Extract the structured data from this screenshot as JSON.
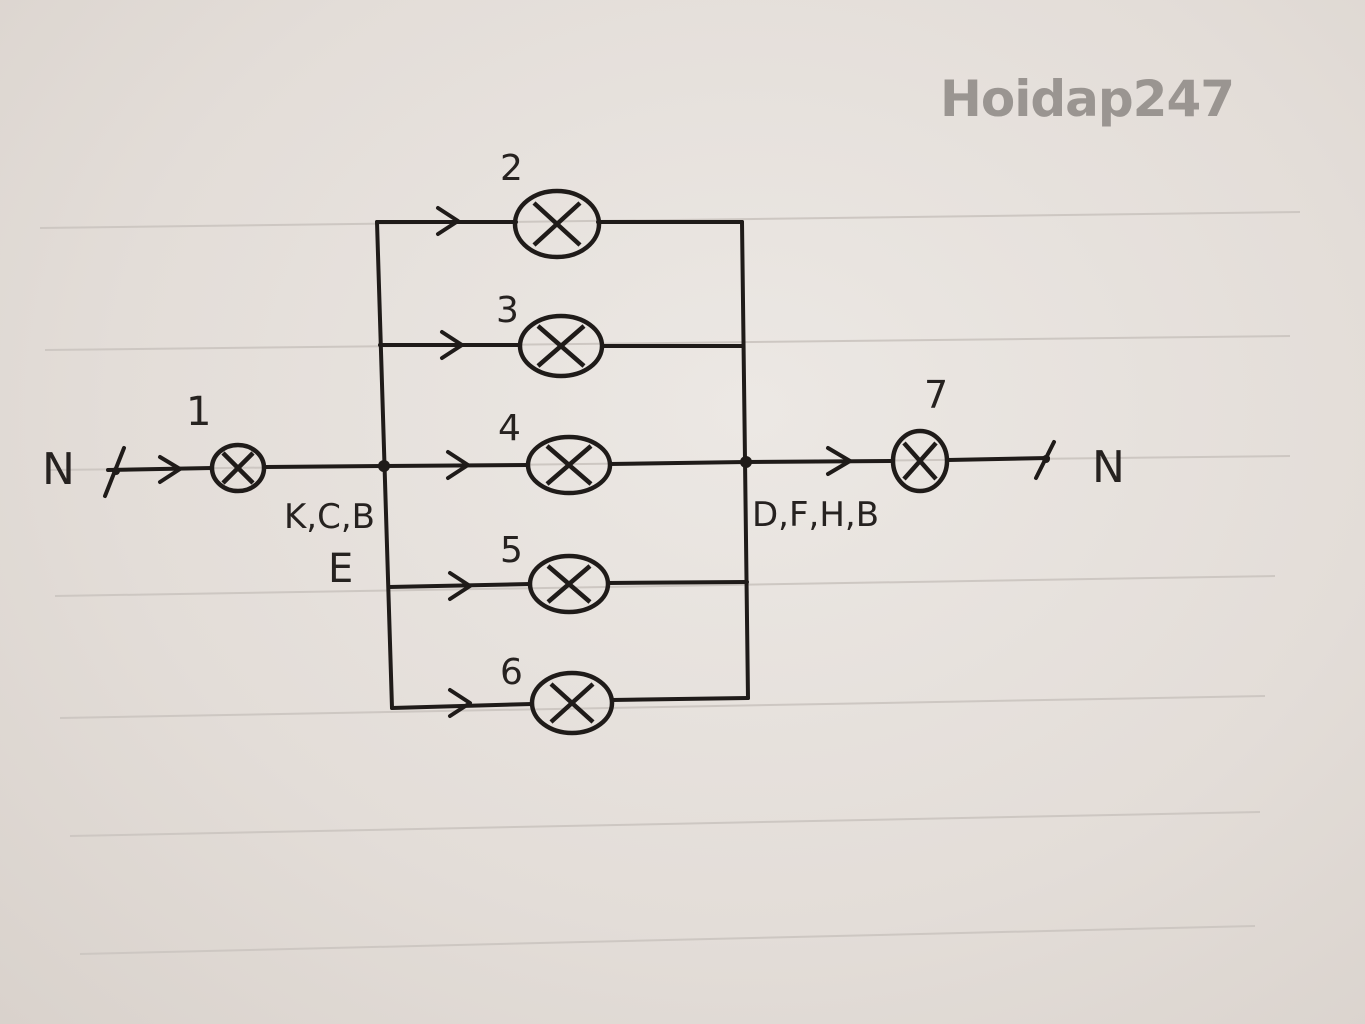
{
  "watermark": "Hoidap247",
  "terminals": {
    "left": "N",
    "right": "N"
  },
  "lamps": [
    {
      "id": "lamp-1",
      "label": "1"
    },
    {
      "id": "lamp-2",
      "label": "2"
    },
    {
      "id": "lamp-3",
      "label": "3"
    },
    {
      "id": "lamp-4",
      "label": "4"
    },
    {
      "id": "lamp-5",
      "label": "5"
    },
    {
      "id": "lamp-6",
      "label": "6"
    },
    {
      "id": "lamp-7",
      "label": "7"
    }
  ],
  "nodes": {
    "left_label_line1": "K,C,B",
    "left_label_line2": "E",
    "right_label": "D,F,H,B"
  }
}
